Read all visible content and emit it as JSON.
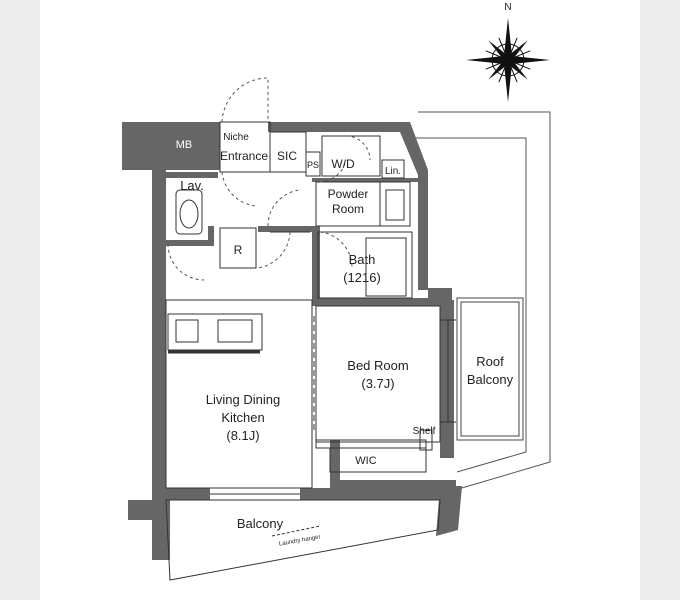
{
  "compass": {
    "north_label": "N"
  },
  "rooms": {
    "mb": "MB",
    "niche": "Niche",
    "entrance": "Entrance",
    "sic": "SIC",
    "ps": "PS",
    "wd": "W/D",
    "lin": "Lin.",
    "lav": "Lav.",
    "powder_l1": "Powder",
    "powder_l2": "Room",
    "r": "R",
    "bath": "Bath",
    "bath_size": "(1216)",
    "bed_l1": "Bed Room",
    "bed_size": "(3.7J)",
    "roof_l1": "Roof",
    "roof_l2": "Balcony",
    "ldk_l1": "Living Dining",
    "ldk_l2": "Kitchen",
    "ldk_size": "(8.1J)",
    "shelf": "Shelf",
    "wic": "WIC",
    "balcony": "Balcony",
    "laundry": "Laundry hanger"
  }
}
